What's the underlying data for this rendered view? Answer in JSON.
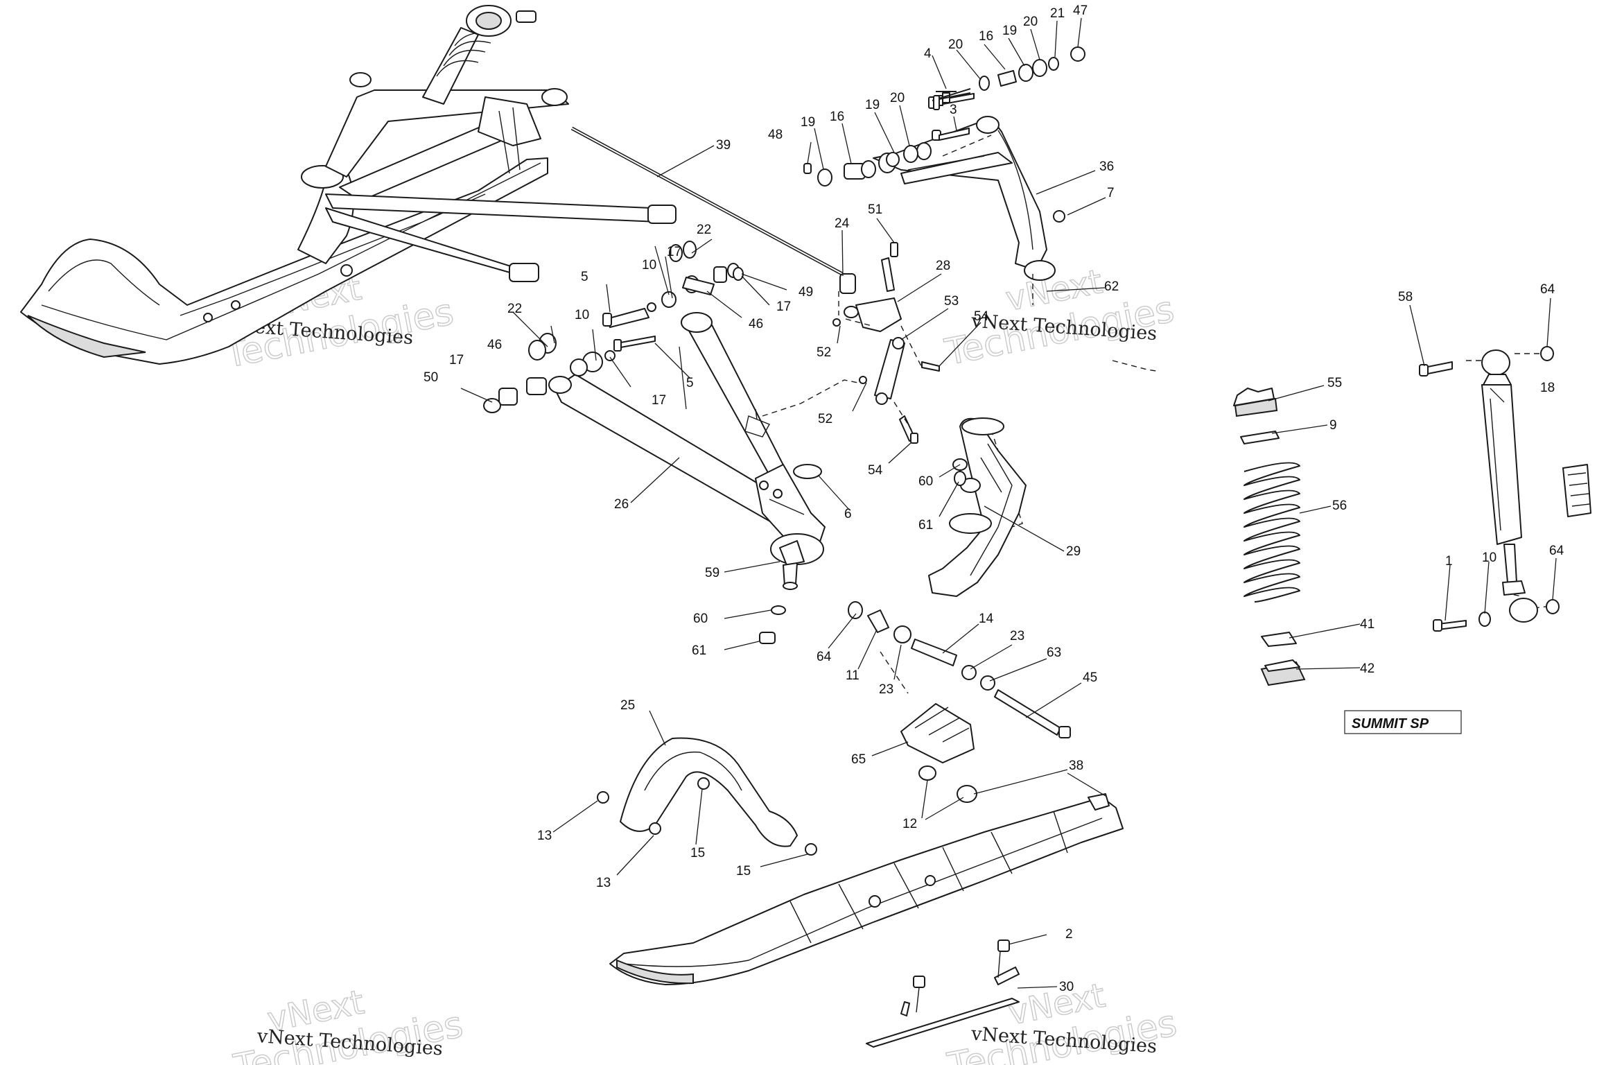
{
  "diagram": {
    "variant_tag": "SUMMIT SP",
    "watermark_lines": [
      "vNext",
      "Technologies"
    ],
    "watermark_inline": "vNext Technologies",
    "callouts": [
      {
        "id": "c-4",
        "label": "4"
      },
      {
        "id": "c-20a",
        "label": "20"
      },
      {
        "id": "c-16a",
        "label": "16"
      },
      {
        "id": "c-19a",
        "label": "19"
      },
      {
        "id": "c-20b",
        "label": "20"
      },
      {
        "id": "c-21",
        "label": "21"
      },
      {
        "id": "c-47",
        "label": "47"
      },
      {
        "id": "c-3",
        "label": "3"
      },
      {
        "id": "c-19b",
        "label": "19"
      },
      {
        "id": "c-20c",
        "label": "20"
      },
      {
        "id": "c-48",
        "label": "48"
      },
      {
        "id": "c-19c",
        "label": "19"
      },
      {
        "id": "c-16b",
        "label": "16"
      },
      {
        "id": "c-39",
        "label": "39"
      },
      {
        "id": "c-36",
        "label": "36"
      },
      {
        "id": "c-7",
        "label": "7"
      },
      {
        "id": "c-24",
        "label": "24"
      },
      {
        "id": "c-51",
        "label": "51"
      },
      {
        "id": "c-22a",
        "label": "22"
      },
      {
        "id": "c-10a",
        "label": "10"
      },
      {
        "id": "c-17a",
        "label": "17"
      },
      {
        "id": "c-5a",
        "label": "5"
      },
      {
        "id": "c-49",
        "label": "49"
      },
      {
        "id": "c-17b",
        "label": "17"
      },
      {
        "id": "c-46a",
        "label": "46"
      },
      {
        "id": "c-28",
        "label": "28"
      },
      {
        "id": "c-62",
        "label": "62"
      },
      {
        "id": "c-53",
        "label": "53"
      },
      {
        "id": "c-54a",
        "label": "54"
      },
      {
        "id": "c-52a",
        "label": "52"
      },
      {
        "id": "c-22b",
        "label": "22"
      },
      {
        "id": "c-10b",
        "label": "10"
      },
      {
        "id": "c-46b",
        "label": "46"
      },
      {
        "id": "c-17c",
        "label": "17"
      },
      {
        "id": "c-50",
        "label": "50"
      },
      {
        "id": "c-5b",
        "label": "5"
      },
      {
        "id": "c-17d",
        "label": "17"
      },
      {
        "id": "c-52b",
        "label": "52"
      },
      {
        "id": "c-54b",
        "label": "54"
      },
      {
        "id": "c-60a",
        "label": "60"
      },
      {
        "id": "c-61a",
        "label": "61"
      },
      {
        "id": "c-26",
        "label": "26"
      },
      {
        "id": "c-6",
        "label": "6"
      },
      {
        "id": "c-29",
        "label": "29"
      },
      {
        "id": "c-59",
        "label": "59"
      },
      {
        "id": "c-60b",
        "label": "60"
      },
      {
        "id": "c-61b",
        "label": "61"
      },
      {
        "id": "c-14",
        "label": "14"
      },
      {
        "id": "c-64a",
        "label": "64"
      },
      {
        "id": "c-11",
        "label": "11"
      },
      {
        "id": "c-23a",
        "label": "23"
      },
      {
        "id": "c-23b",
        "label": "23"
      },
      {
        "id": "c-63",
        "label": "63"
      },
      {
        "id": "c-45",
        "label": "45"
      },
      {
        "id": "c-58",
        "label": "58"
      },
      {
        "id": "c-64b",
        "label": "64"
      },
      {
        "id": "c-55",
        "label": "55"
      },
      {
        "id": "c-18",
        "label": "18"
      },
      {
        "id": "c-9",
        "label": "9"
      },
      {
        "id": "c-56",
        "label": "56"
      },
      {
        "id": "c-1",
        "label": "1"
      },
      {
        "id": "c-10c",
        "label": "10"
      },
      {
        "id": "c-64c",
        "label": "64"
      },
      {
        "id": "c-41",
        "label": "41"
      },
      {
        "id": "c-42",
        "label": "42"
      },
      {
        "id": "c-25",
        "label": "25"
      },
      {
        "id": "c-65",
        "label": "65"
      },
      {
        "id": "c-38",
        "label": "38"
      },
      {
        "id": "c-12",
        "label": "12"
      },
      {
        "id": "c-13a",
        "label": "13"
      },
      {
        "id": "c-15a",
        "label": "15"
      },
      {
        "id": "c-13b",
        "label": "13"
      },
      {
        "id": "c-15b",
        "label": "15"
      },
      {
        "id": "c-2",
        "label": "2"
      },
      {
        "id": "c-30",
        "label": "30"
      }
    ]
  }
}
